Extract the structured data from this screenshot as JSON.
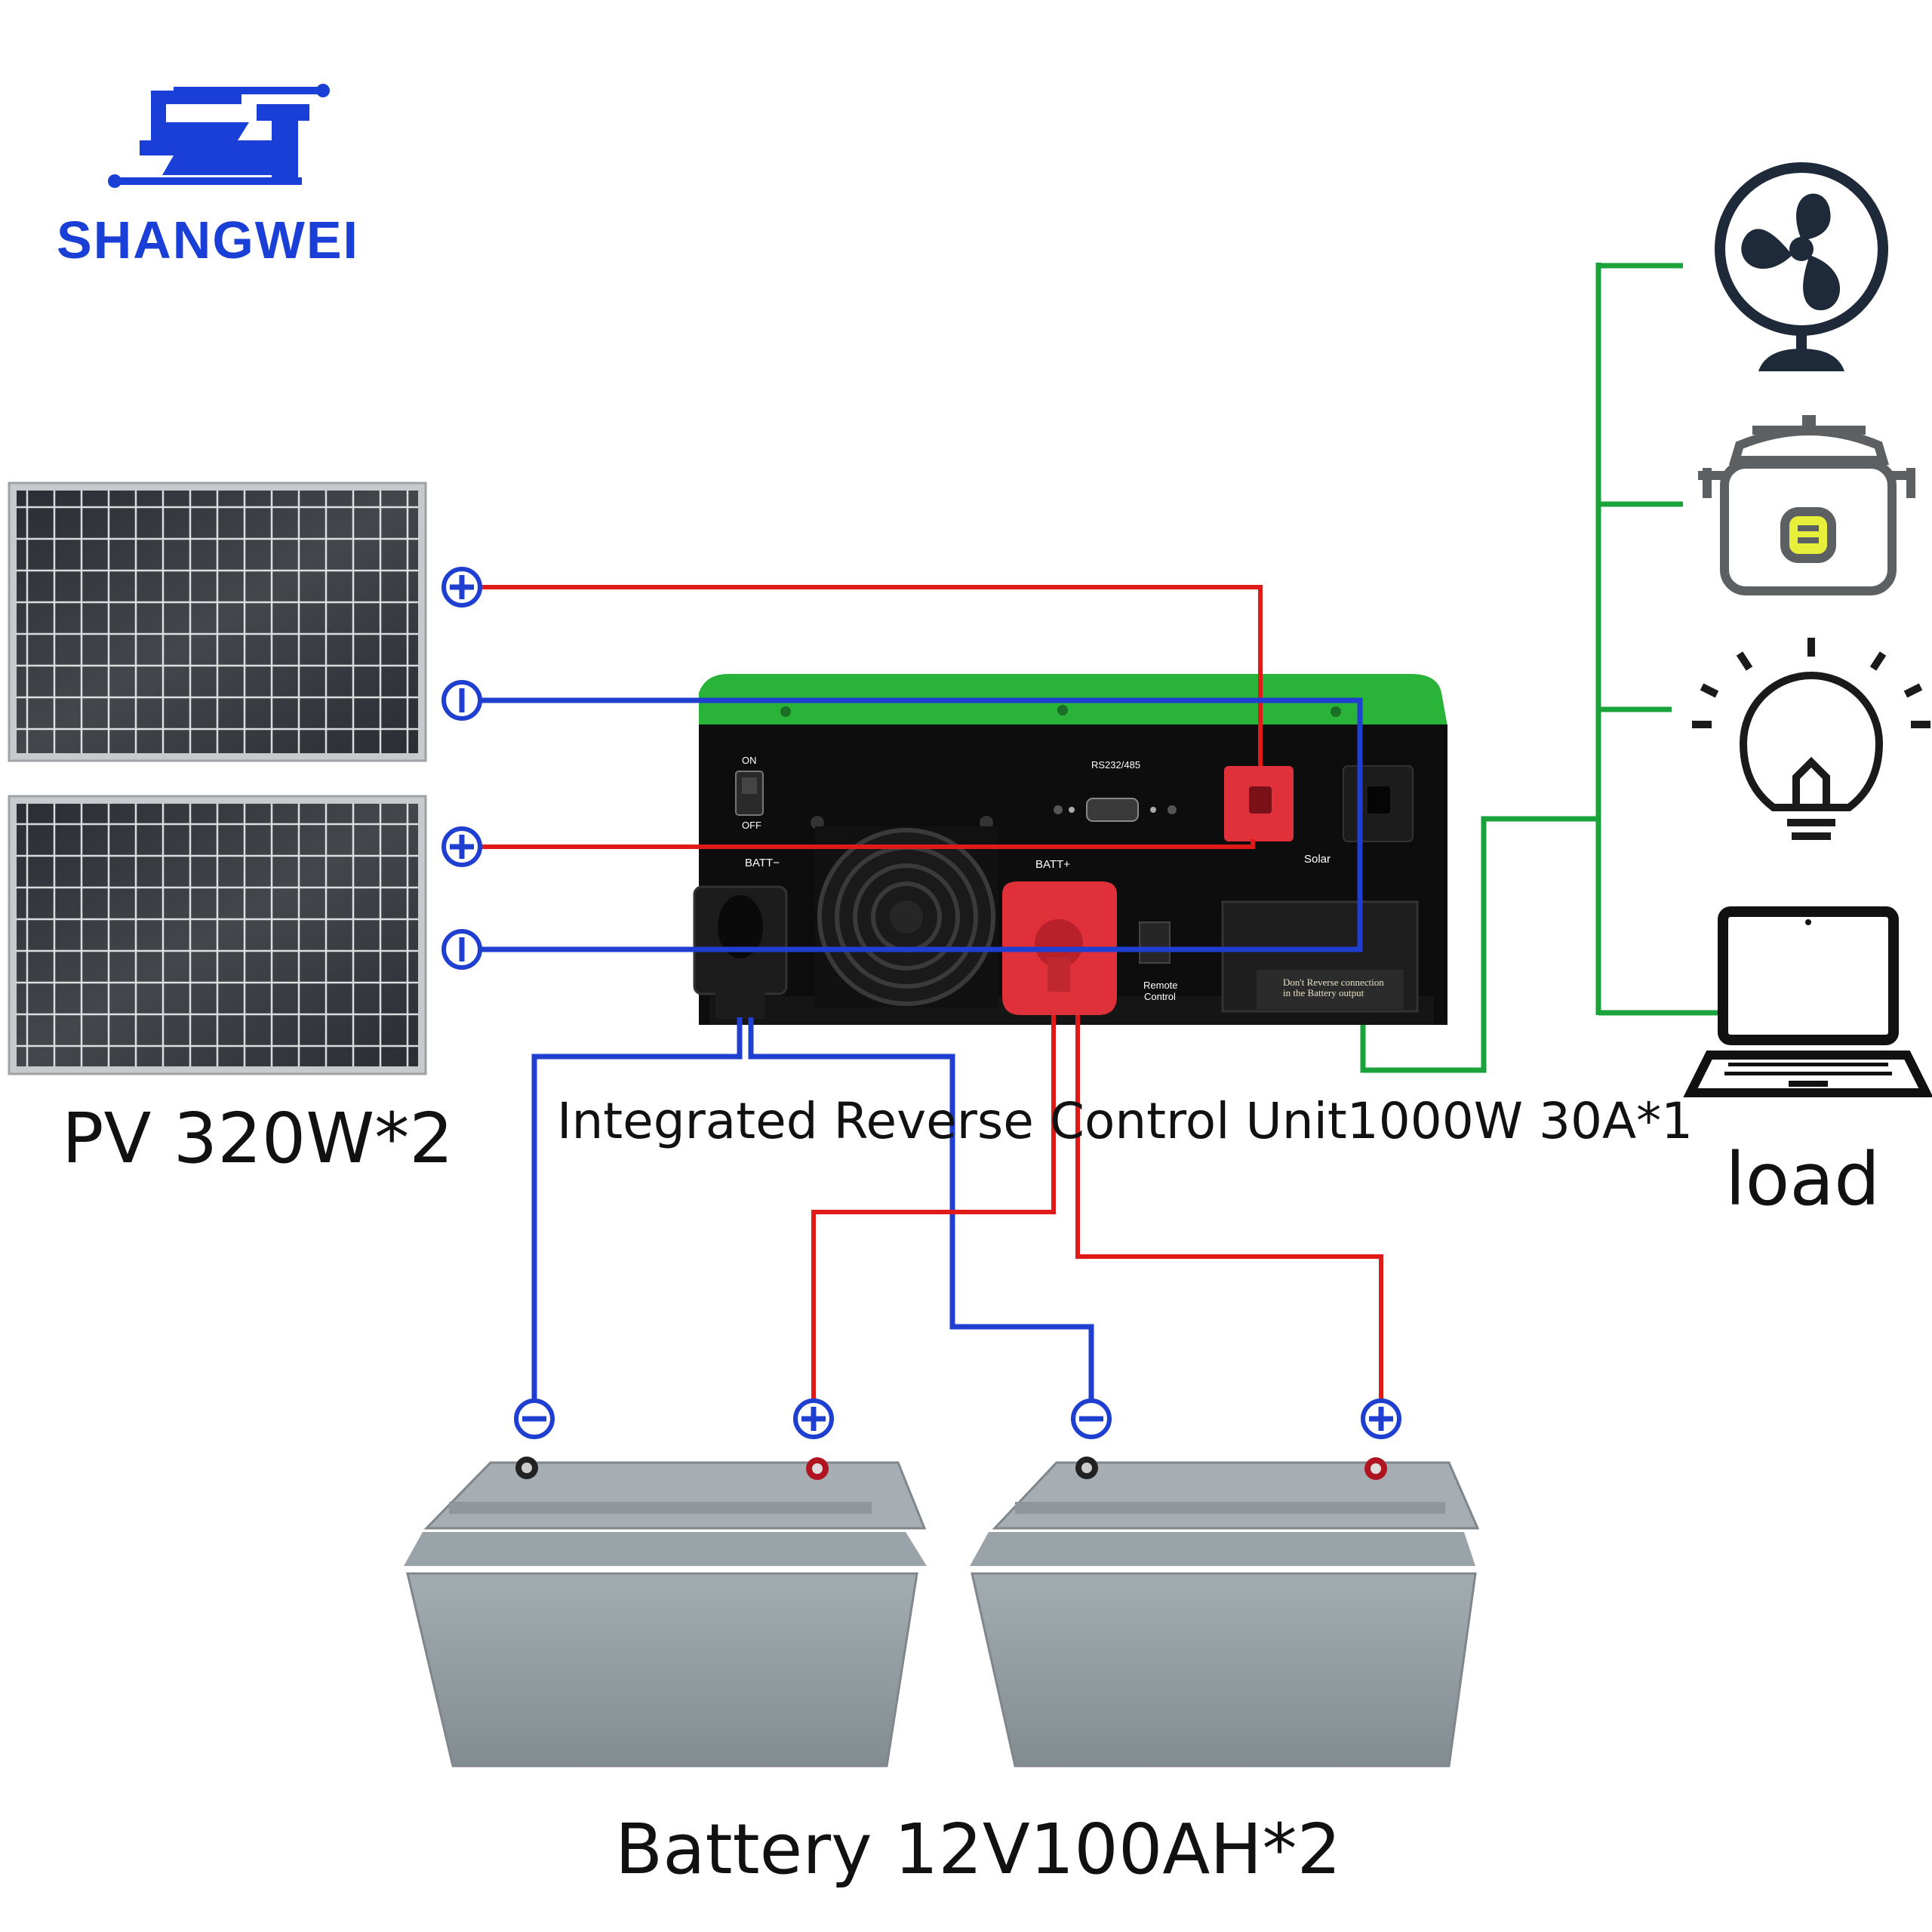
{
  "brand": {
    "name": "SHANGWEI",
    "color": "#1a3fd6"
  },
  "labels": {
    "pv": "PV 320W*2",
    "unit": "Integrated Reverse Control Unit1000W 30A*1",
    "load": "load",
    "battery": "Battery 12V100AH*2"
  },
  "inverter_panel": {
    "on": "ON",
    "off": "OFF",
    "rs": "RS232/485",
    "batt_neg": "BATT−",
    "batt_pos": "BATT+",
    "solar": "Solar",
    "remote_line1": "Remote",
    "remote_line2": "Control",
    "warning_line1": "Don't Reverse connection",
    "warning_line2": "in the Battery output"
  },
  "loads": [
    {
      "icon": "fan-icon"
    },
    {
      "icon": "rice-cooker-icon"
    },
    {
      "icon": "light-bulb-icon"
    },
    {
      "icon": "laptop-icon"
    }
  ],
  "colors": {
    "positive_wire": "#e01919",
    "negative_wire": "#1f3fd0",
    "load_wire": "#1aa33a",
    "inverter_top": "#29b338",
    "inverter_body": "#0d0d0d",
    "battery_body": "#8e979c"
  }
}
